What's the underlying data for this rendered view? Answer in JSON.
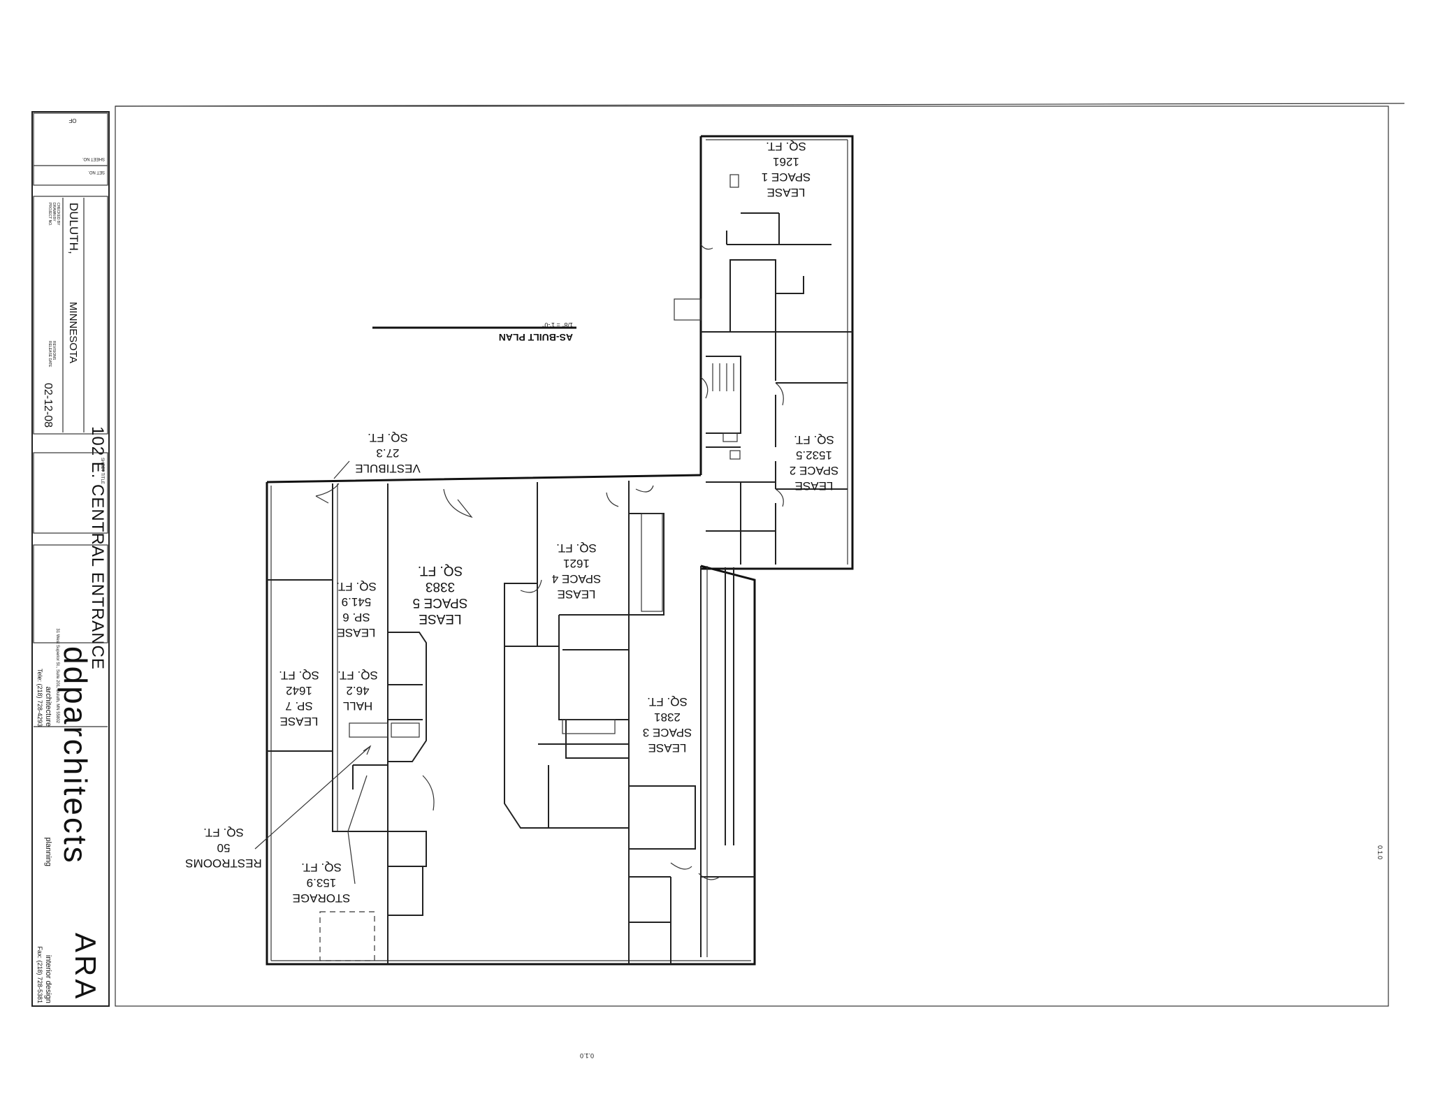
{
  "title_block": {
    "sheet_no_label": "SHEET NO.",
    "set_no_label": "SET NO.",
    "of_label": "OF",
    "project_line1": "102 E. CENTRAL ENTRANCE",
    "project_city": "DULUTH,",
    "project_state": "MINNESOTA",
    "project_fields": [
      "PROJECT NO.",
      "DRAWN BY",
      "CHECKED BY"
    ],
    "release_fields": [
      "RELEASE DATE",
      "REVISIONS"
    ],
    "date": "02-12-08",
    "sheet_title_label": "SHEET TITLE"
  },
  "firm": {
    "logo_letters": "ARA",
    "name": "ddparchitects",
    "disciplines": [
      "architecture",
      "planning",
      "interior design"
    ],
    "address": "31 West Superior St., Suite 201, Duluth, MN 55802",
    "tele": "Tele: (218) 728-4293",
    "fax": "Fax: (218) 728-5381"
  },
  "plan": {
    "title": "AS-BUILT PLAN",
    "scale": "1/8\" = 1'-0\"",
    "bottom_mark": "0.1.0",
    "side_mark": "0.1.0",
    "rooms": [
      {
        "id": "lease1",
        "l1": "LEASE",
        "l2": "SPACE 1",
        "l3": "1261",
        "l4": "SQ. FT."
      },
      {
        "id": "lease2",
        "l1": "LEASE",
        "l2": "SPACE 2",
        "l3": "1532.5",
        "l4": "SQ. FT."
      },
      {
        "id": "lease3",
        "l1": "LEASE",
        "l2": "SPACE 3",
        "l3": "2381",
        "l4": "SQ. FT."
      },
      {
        "id": "lease4",
        "l1": "LEASE",
        "l2": "SPACE 4",
        "l3": "1621",
        "l4": "SQ. FT."
      },
      {
        "id": "lease5",
        "l1": "LEASE",
        "l2": "SPACE 5",
        "l3": "3383",
        "l4": "SQ. FT."
      },
      {
        "id": "sp6",
        "l1": "LEASE",
        "l2": "SP. 6",
        "l3": "541.9",
        "l4": "SQ. FT."
      },
      {
        "id": "sp7",
        "l1": "LEASE",
        "l2": "SP. 7",
        "l3": "1642",
        "l4": "SQ. FT."
      },
      {
        "id": "hall",
        "l1": "HALL",
        "l2": "46.2",
        "l3": "SQ. FT."
      },
      {
        "id": "vestibule",
        "l1": "VESTIBULE",
        "l2": "27.3",
        "l3": "SQ. FT."
      },
      {
        "id": "storage",
        "l1": "STORAGE",
        "l2": "153.9",
        "l3": "SQ. FT."
      },
      {
        "id": "restrooms",
        "l1": "RESTROOMS",
        "l2": "50",
        "l3": "SQ. FT."
      }
    ]
  }
}
